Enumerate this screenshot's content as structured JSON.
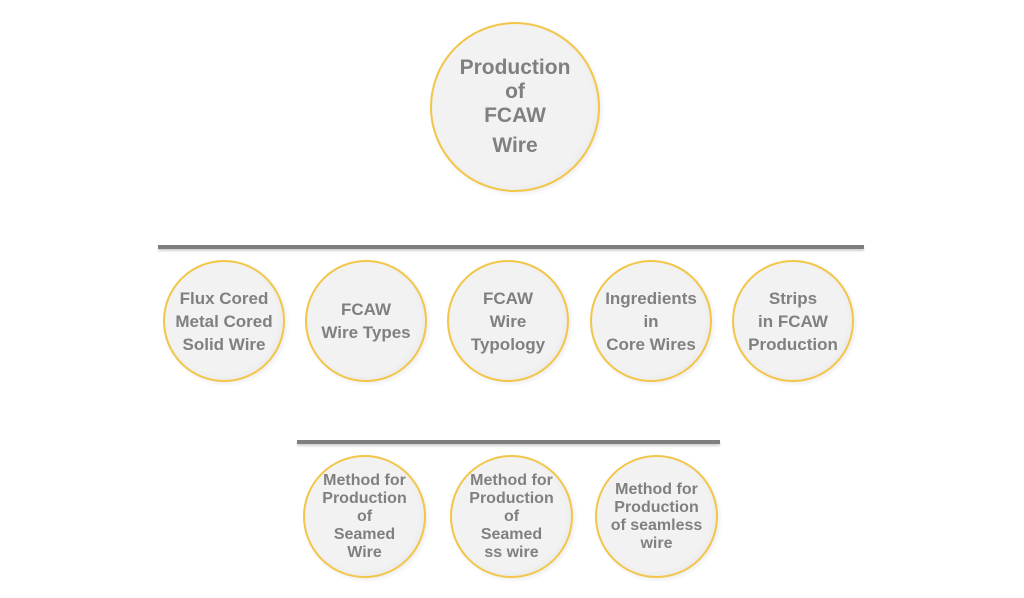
{
  "diagram": {
    "root": {
      "text": "Production of FCAW Wire",
      "lines": [
        "Production",
        "of",
        "FCAW",
        "Wire"
      ]
    },
    "level2": [
      {
        "text": "Flux Cored Metal Cored Solid Wire",
        "lines": [
          "Flux Cored",
          "Metal Cored",
          "Solid Wire"
        ]
      },
      {
        "text": "FCAW Wire Types",
        "lines": [
          "FCAW",
          "Wire Types"
        ]
      },
      {
        "text": "FCAW Wire Typology",
        "lines": [
          "FCAW",
          "Wire",
          "Typology"
        ]
      },
      {
        "text": "Ingredients in Core Wires",
        "lines": [
          "Ingredients",
          "in",
          "Core Wires"
        ]
      },
      {
        "text": "Strips in FCAW Production",
        "lines": [
          "Strips",
          "in FCAW",
          "Production"
        ]
      }
    ],
    "level3": [
      {
        "text": "Method for Production of Seamed Wire",
        "lines": [
          "Method for",
          "Production",
          "of",
          "Seamed",
          "Wire"
        ]
      },
      {
        "text": "Method for Production of Seamed ss wire",
        "lines": [
          "Method for",
          "Production",
          "of",
          "Seamed",
          "ss wire"
        ]
      },
      {
        "text": "Method for Production of seamless wire",
        "lines": [
          "Method for",
          "Production",
          "of seamless",
          "wire"
        ]
      }
    ],
    "colors": {
      "circle_border": "#F2C649",
      "circle_fill": "#F2F2F2",
      "text": "#808080",
      "divider": "#7F7F7F",
      "background": "#FFFFFF"
    }
  }
}
